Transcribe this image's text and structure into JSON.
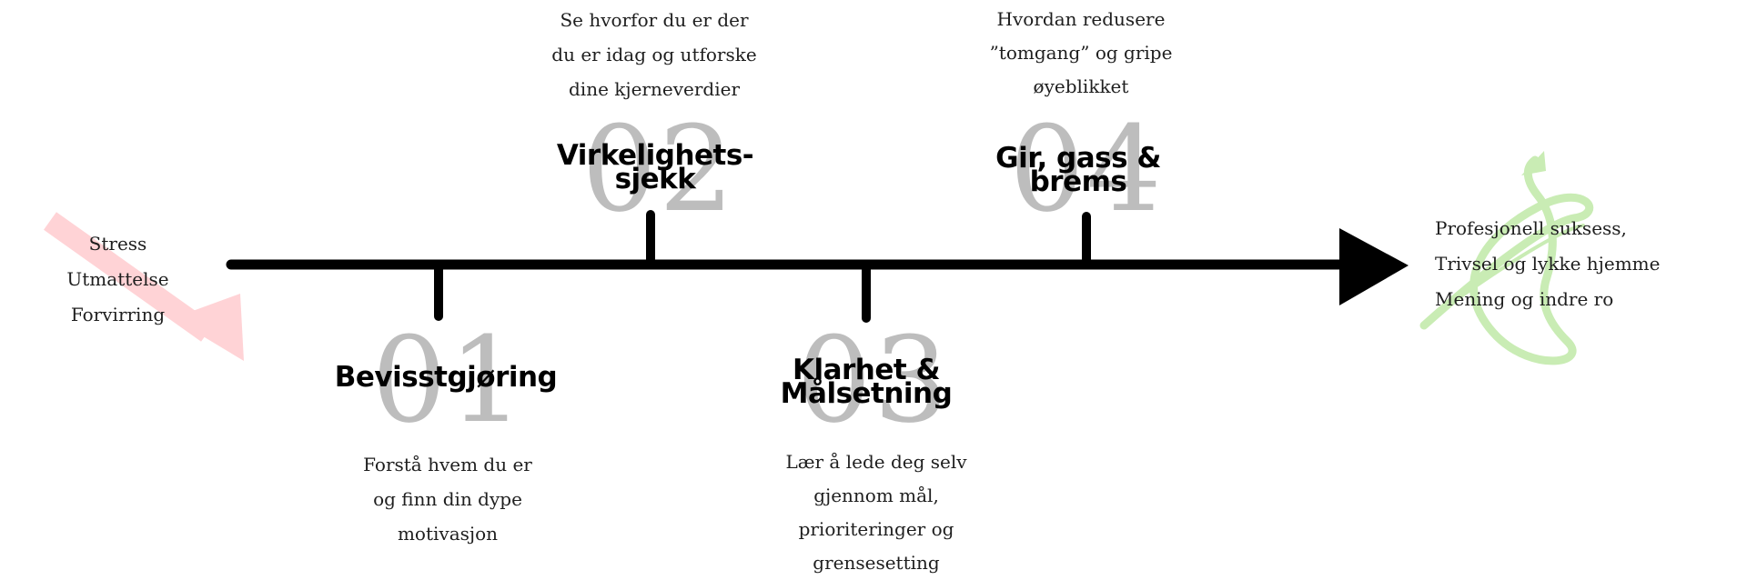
{
  "left_symptoms": [
    "Stress",
    "Utmattelse",
    "Forvirring"
  ],
  "right_outcomes": [
    "Profesjonell suksess,",
    "Trivsel og lykke hjemme",
    "Mening og indre ro"
  ],
  "stages": [
    {
      "number": "01",
      "title": [
        "Bevisstgjøring"
      ],
      "description": [
        "Forstå hvem du er",
        "og finn din dype",
        "motivasjon"
      ]
    },
    {
      "number": "02",
      "title": [
        "Virkelighets-",
        "sjekk"
      ],
      "description": [
        "Se hvorfor du er der",
        "du er idag og utforske",
        "dine kjerneverdier"
      ]
    },
    {
      "number": "03",
      "title": [
        "Klarhet &",
        "Målsetning"
      ],
      "description": [
        "Lær å lede deg selv",
        "gjennom mål,",
        "prioriteringer og",
        "grensesetting"
      ]
    },
    {
      "number": "04",
      "title": [
        "Gir, gass &",
        "brems"
      ],
      "description": [
        "Hvordan redusere",
        "”tomgang” og gripe",
        "øyeblikket"
      ]
    }
  ],
  "colors": {
    "timeline": "#000000",
    "number": "#bdbdbd",
    "arrow_down": "#ffd3d6",
    "arrow_up": "#c9ecb4"
  },
  "icons": {
    "left": "down-right-arrow-icon",
    "right": "spiral-up-arrow-icon",
    "timeline_end": "triangle-arrowhead-icon"
  }
}
